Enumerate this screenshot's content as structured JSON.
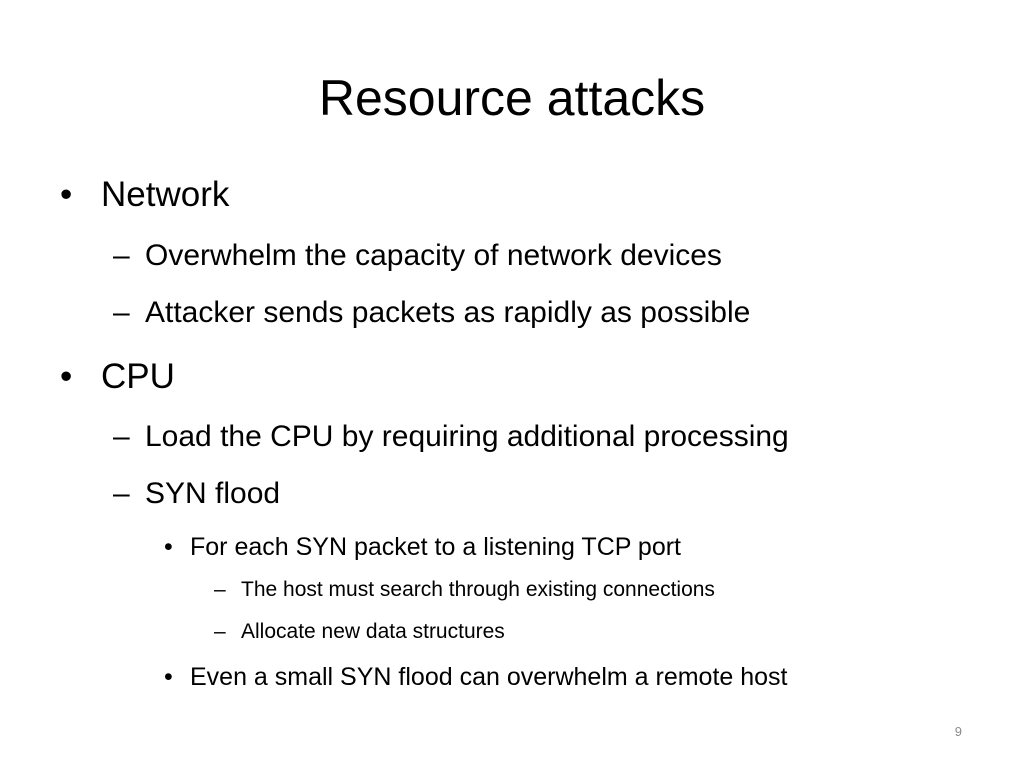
{
  "slide": {
    "title": "Resource attacks",
    "slide_number": "9",
    "bullet_glyph": "•",
    "dash_glyph": "–",
    "items": [
      {
        "level": 1,
        "text": "Network"
      },
      {
        "level": 2,
        "text": "Overwhelm the capacity of network devices"
      },
      {
        "level": 2,
        "text": "Attacker sends packets as rapidly as possible"
      },
      {
        "level": 1,
        "text": "CPU"
      },
      {
        "level": 2,
        "text": "Load the CPU by requiring additional processing"
      },
      {
        "level": 2,
        "text": "SYN flood"
      },
      {
        "level": 3,
        "text": "For each SYN packet to a listening TCP port"
      },
      {
        "level": 4,
        "text": "The host must search through existing connections"
      },
      {
        "level": 4,
        "text": "Allocate new data structures"
      },
      {
        "level": 3,
        "text": "Even a small SYN flood can overwhelm a remote host"
      }
    ]
  }
}
